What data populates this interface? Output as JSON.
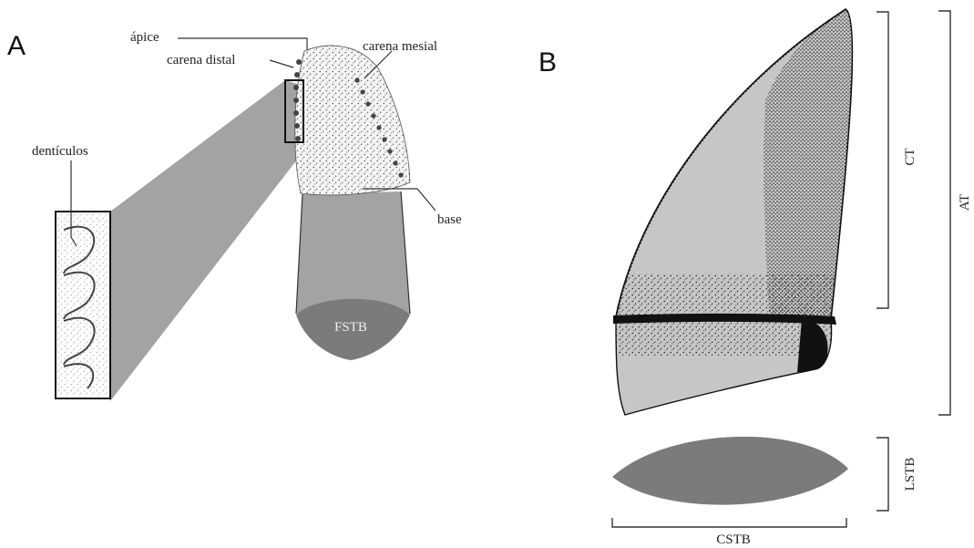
{
  "panels": {
    "a": {
      "letter": "A",
      "labels": {
        "apice": "ápice",
        "carena_distal": "carena distal",
        "carena_mesial": "carena mesial",
        "denticulos": "dentículos",
        "base": "base",
        "fstb": "FSTB"
      }
    },
    "b": {
      "letter": "B",
      "labels": {
        "ct": "CT",
        "at": "AT",
        "lstb": "LSTB",
        "cstb": "CSTB"
      }
    }
  },
  "colors": {
    "section_fill": "#7b7b7b",
    "crown_fill": "#c6c6c6",
    "projection_fill": "#a3a3a3",
    "stipple": "#1a1a1a"
  }
}
